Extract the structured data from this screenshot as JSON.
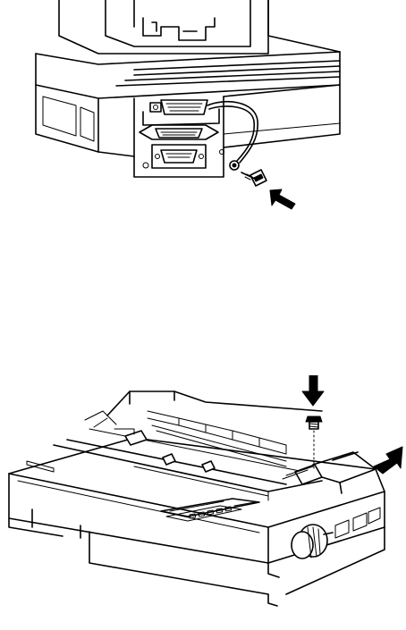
{
  "figures": [
    {
      "id": "top",
      "subject": "printer-rear-interface-connectors",
      "icons": [
        "parallel-connector-icon",
        "serial-connector-icon",
        "ground-screw-icon",
        "arrow-icon"
      ]
    },
    {
      "id": "bottom",
      "subject": "dot-matrix-printer-tractor-screw",
      "icons": [
        "printer-icon",
        "screw-icon",
        "arrow-icon",
        "platen-knob-icon"
      ]
    }
  ],
  "colors": {
    "line": "#000000",
    "background": "#ffffff"
  }
}
